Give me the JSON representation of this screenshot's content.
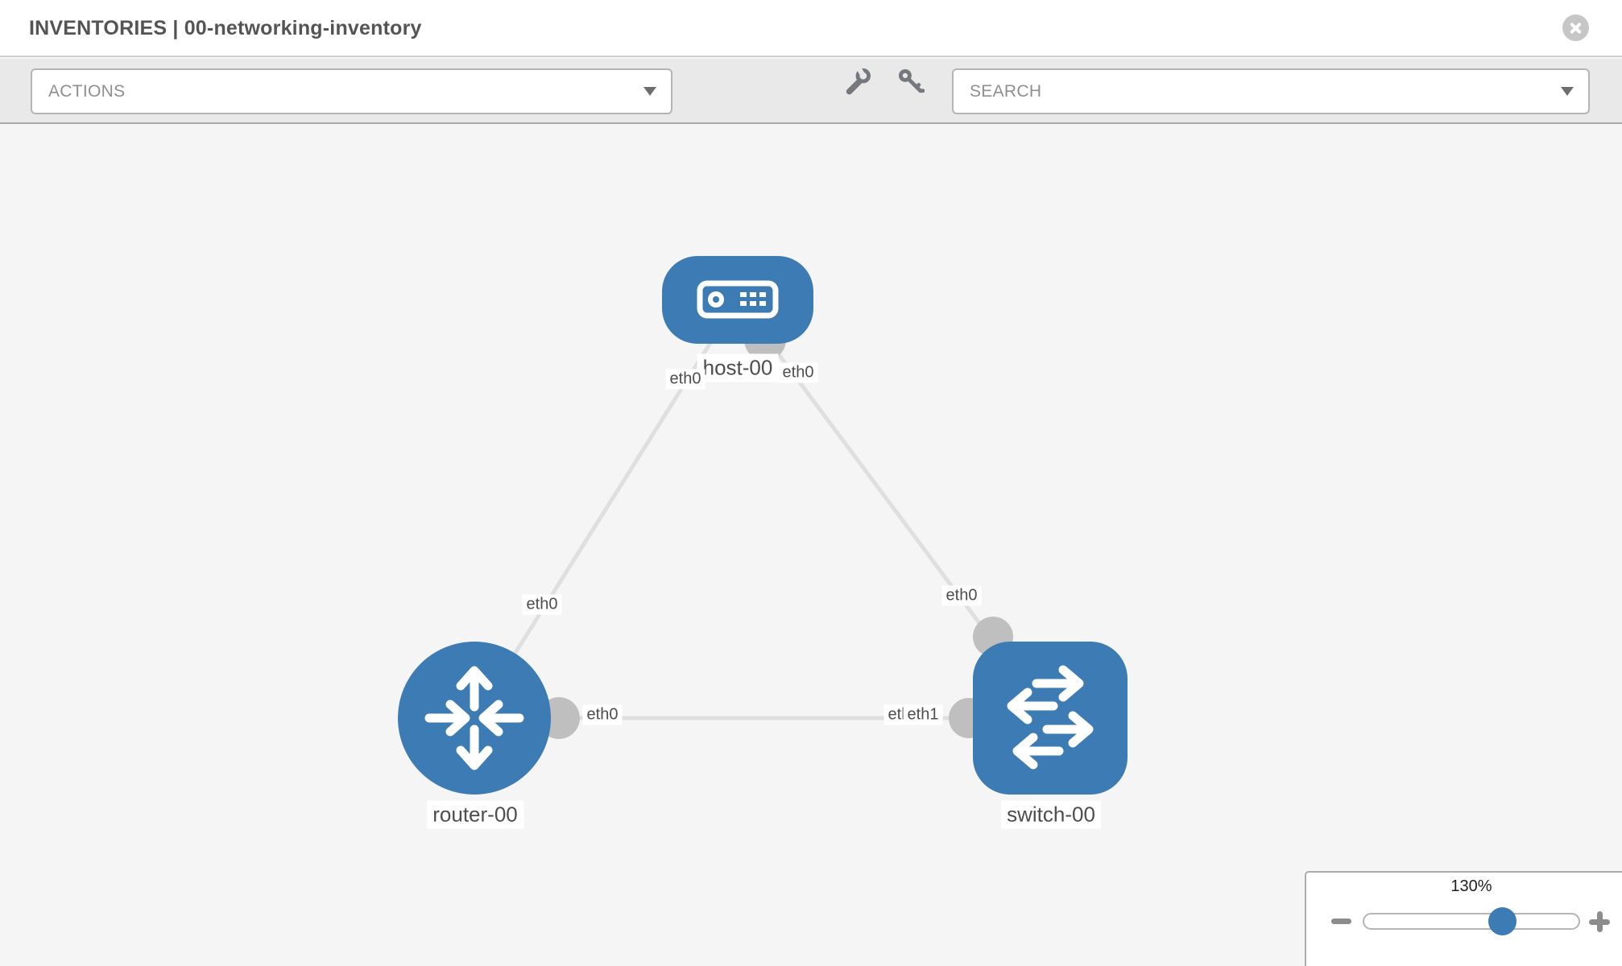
{
  "header": {
    "title": "INVENTORIES | 00-networking-inventory"
  },
  "toolbar": {
    "actions_placeholder": "ACTIONS",
    "search_placeholder": "SEARCH",
    "icons": [
      "wrench-icon",
      "key-icon"
    ]
  },
  "topology": {
    "nodes": [
      {
        "id": "host-00",
        "label": "host-00",
        "type": "host"
      },
      {
        "id": "router-00",
        "label": "router-00",
        "type": "router"
      },
      {
        "id": "switch-00",
        "label": "switch-00",
        "type": "switch"
      }
    ],
    "links": [
      {
        "from": "host-00",
        "to": "router-00",
        "from_interface": "eth0",
        "to_interface": "eth0"
      },
      {
        "from": "host-00",
        "to": "switch-00",
        "from_interface": "eth0",
        "to_interface": "eth0"
      },
      {
        "from": "router-00",
        "to": "switch-00",
        "from_interface": "eth0",
        "to_interface": "eth1"
      }
    ],
    "interface_labels": {
      "host_to_router_at_host": "eth0",
      "host_to_router_at_router": "eth0",
      "host_to_switch_at_host": "eth0",
      "host_to_switch_at_switch": "eth0",
      "router_to_switch_at_router": "eth0",
      "router_to_switch_at_switch_back": "eth0",
      "router_to_switch_at_switch_front": "eth1"
    }
  },
  "zoom_control": {
    "level": "130%",
    "percent": 130
  },
  "colors": {
    "node_blue": "#3c7bb3",
    "link_gray": "#dfdfdf",
    "port_gray": "#bfbfbf",
    "canvas_bg": "#f5f5f5",
    "toolbar_bg": "#e9e9e9"
  }
}
